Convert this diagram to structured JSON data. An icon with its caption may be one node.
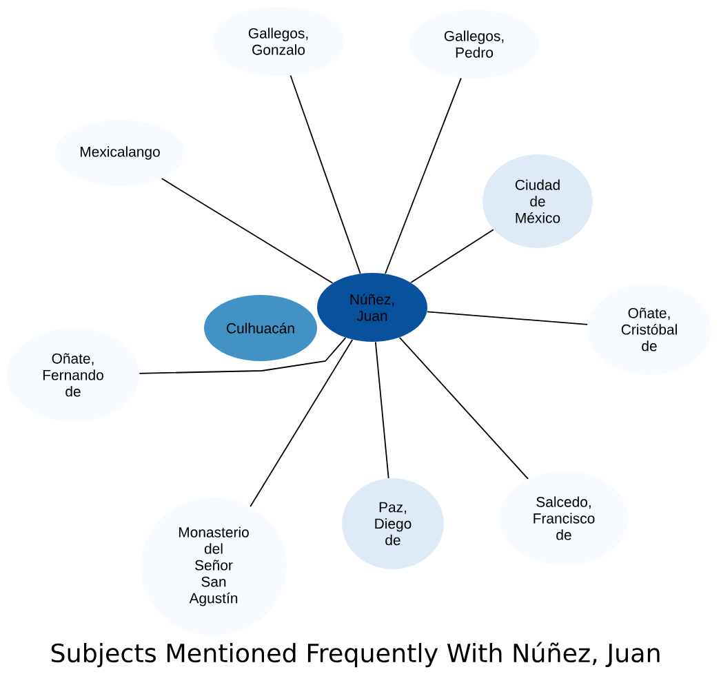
{
  "diagram": {
    "title": "Subjects Mentioned Frequently With Núñez, Juan",
    "nodes": [
      {
        "text": [
          "Gallegos, Gonzalo"
        ]
      },
      {
        "text": [
          "Gallegos, Pedro"
        ]
      },
      {
        "text": [
          "Mexicalango"
        ]
      },
      {
        "text": [
          "Ciudad de México"
        ]
      },
      {
        "text": [
          "Núñez, Juan"
        ]
      },
      {
        "text": [
          "Culhuacán"
        ]
      },
      {
        "text": [
          "Oñate, Cristóbal de"
        ]
      },
      {
        "text": [
          "Oñate, Fernando de"
        ]
      },
      {
        "text": [
          "Monasterio del Señor San Agustín"
        ]
      },
      {
        "text": [
          "Paz, Diego de"
        ]
      },
      {
        "text": [
          "Salcedo, Francisco de"
        ]
      }
    ],
    "edges": [
      {
        "from": 4,
        "to": 0,
        "arrow": "none"
      },
      {
        "from": 4,
        "to": 1,
        "arrow": "none"
      },
      {
        "from": 4,
        "to": 2,
        "arrow": "none"
      },
      {
        "from": 4,
        "to": 3,
        "arrow": "none"
      },
      {
        "from": 4,
        "to": 6,
        "arrow": "none"
      },
      {
        "from": 4,
        "to": 7,
        "arrow": "none"
      },
      {
        "from": 4,
        "to": 8,
        "arrow": "none"
      },
      {
        "from": 4,
        "to": 9,
        "arrow": "none"
      },
      {
        "from": 4,
        "to": 10,
        "arrow": "none"
      }
    ]
  }
}
